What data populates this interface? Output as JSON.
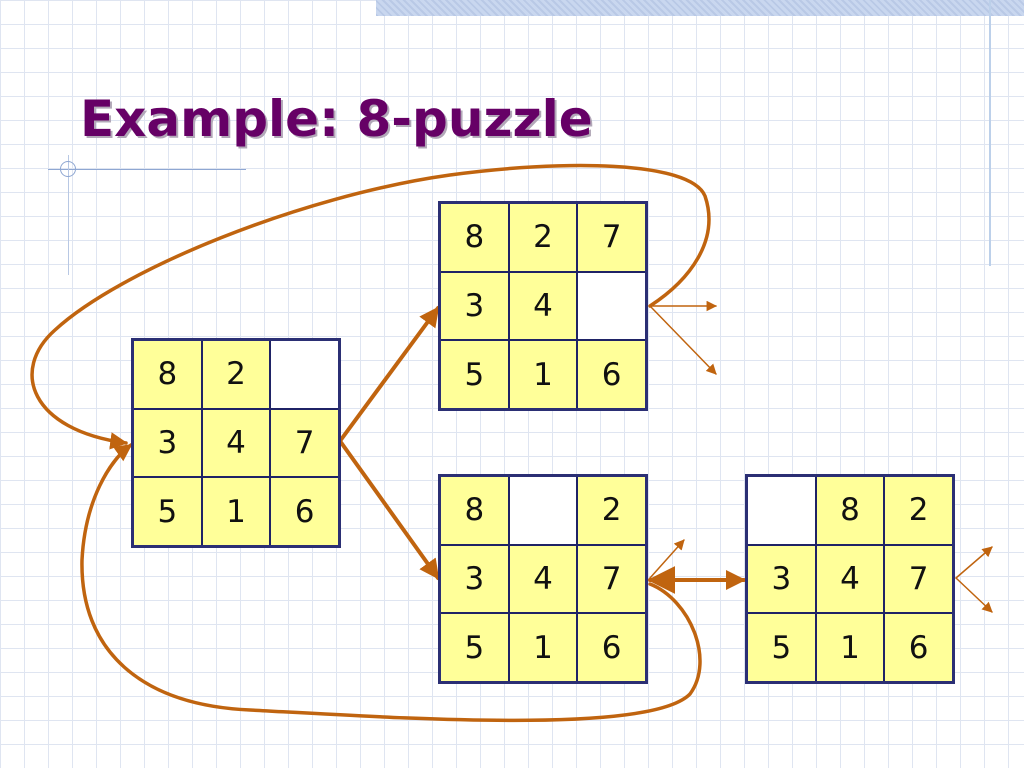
{
  "slide": {
    "title": "Example: 8-puzzle"
  },
  "colors": {
    "title": "#660066",
    "tile": "#ffff99",
    "board_border": "#2b2f74",
    "arrow": "#c0640f"
  },
  "boards": [
    {
      "id": "start",
      "tiles": [
        "8",
        "2",
        "",
        "3",
        "4",
        "7",
        "5",
        "1",
        "6"
      ]
    },
    {
      "id": "top",
      "tiles": [
        "8",
        "2",
        "7",
        "3",
        "4",
        "",
        "5",
        "1",
        "6"
      ]
    },
    {
      "id": "mid",
      "tiles": [
        "8",
        "",
        "2",
        "3",
        "4",
        "7",
        "5",
        "1",
        "6"
      ]
    },
    {
      "id": "right",
      "tiles": [
        "",
        "8",
        "2",
        "3",
        "4",
        "7",
        "5",
        "1",
        "6"
      ]
    }
  ]
}
